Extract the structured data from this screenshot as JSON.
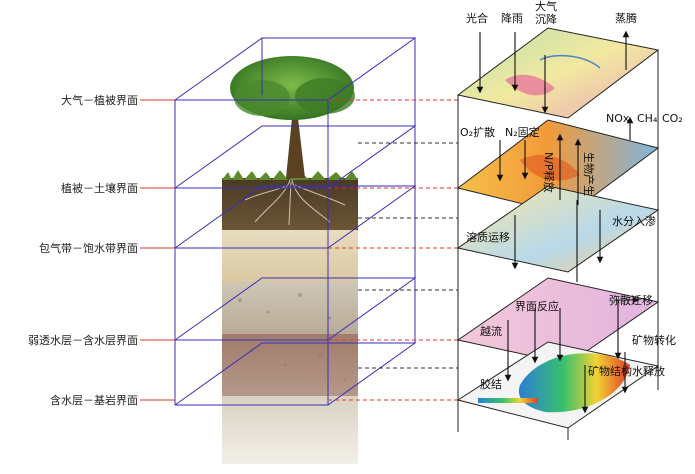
{
  "interfaces": [
    "大气－植被界面",
    "植被－土壤界面",
    "包气带－饱水带界面",
    "弱透水层－含水层界面",
    "含水层－基岩界面"
  ],
  "processes": {
    "photosynthesis": "光合",
    "precipitation": "降雨",
    "atm_dep_1": "大气",
    "atm_dep_2": "沉降",
    "evaporation": "蒸腾",
    "o2_diffusion": "O₂扩散",
    "n2_fixation": "N₂固定",
    "nox": "NOx",
    "ch4": "CH₄",
    "co2": "CO₂",
    "np_release": "N/P释放",
    "bio_production": "生物产生",
    "solute_transport": "溶质运移",
    "water_infiltration": "水分入渗",
    "interface_reaction": "界面反应",
    "dispersion": "弥散迁移",
    "overflow": "越流",
    "mineral_transform": "矿物转化",
    "mineral_water_release": "矿物结构水释放",
    "cementation": "胶结"
  },
  "colors": {
    "box_line": "#3a2fb8",
    "leader_line": "#d9372b",
    "dashed_line": "#333333"
  }
}
